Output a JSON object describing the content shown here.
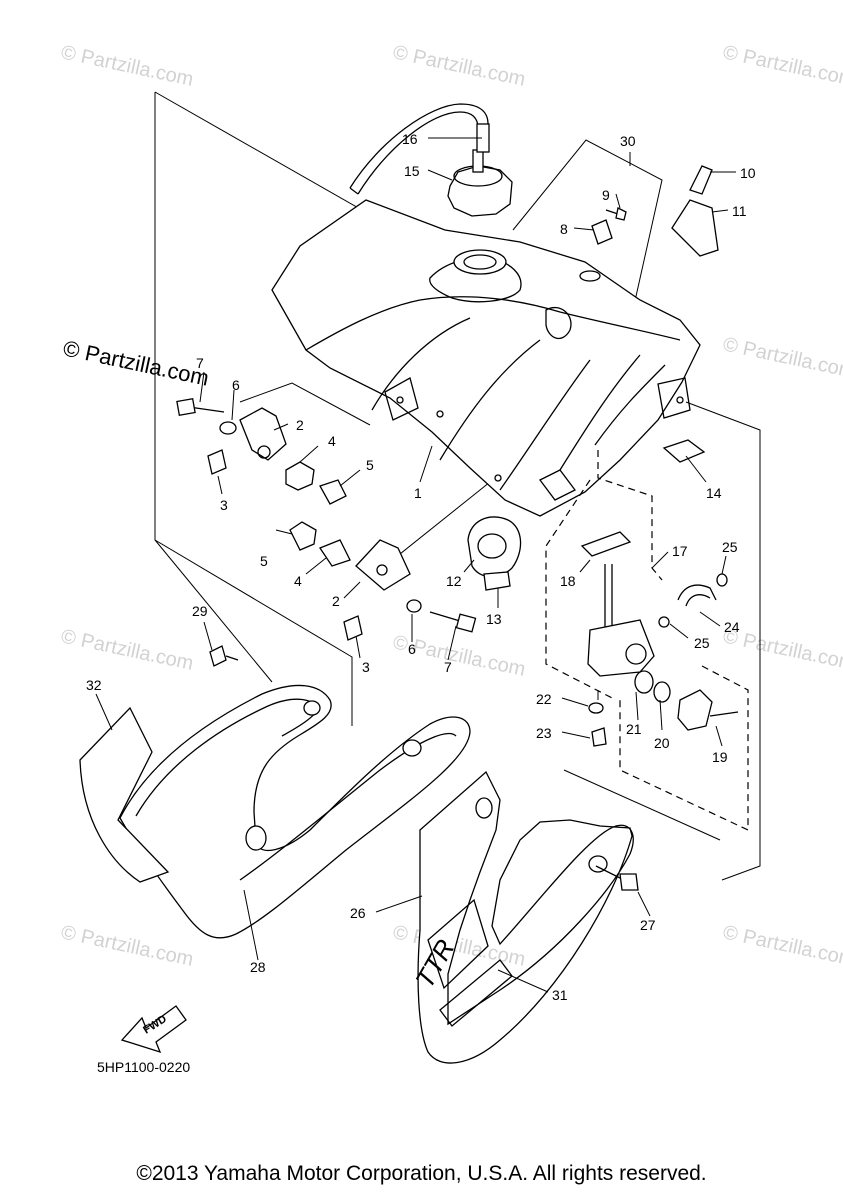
{
  "diagram": {
    "watermark": "© Partzilla.com",
    "diagram_code": "5HP1100-0220",
    "direction_label": "FWD",
    "callouts": [
      {
        "id": "c1",
        "label": "1"
      },
      {
        "id": "c2a",
        "label": "2"
      },
      {
        "id": "c2b",
        "label": "2"
      },
      {
        "id": "c3a",
        "label": "3"
      },
      {
        "id": "c3b",
        "label": "3"
      },
      {
        "id": "c4a",
        "label": "4"
      },
      {
        "id": "c4b",
        "label": "4"
      },
      {
        "id": "c5a",
        "label": "5"
      },
      {
        "id": "c5b",
        "label": "5"
      },
      {
        "id": "c6a",
        "label": "6"
      },
      {
        "id": "c6b",
        "label": "6"
      },
      {
        "id": "c7a",
        "label": "7"
      },
      {
        "id": "c7b",
        "label": "7"
      },
      {
        "id": "c8",
        "label": "8"
      },
      {
        "id": "c9",
        "label": "9"
      },
      {
        "id": "c10",
        "label": "10"
      },
      {
        "id": "c11",
        "label": "11"
      },
      {
        "id": "c12",
        "label": "12"
      },
      {
        "id": "c13",
        "label": "13"
      },
      {
        "id": "c14",
        "label": "14"
      },
      {
        "id": "c15",
        "label": "15"
      },
      {
        "id": "c16",
        "label": "16"
      },
      {
        "id": "c17",
        "label": "17"
      },
      {
        "id": "c18",
        "label": "18"
      },
      {
        "id": "c19",
        "label": "19"
      },
      {
        "id": "c20",
        "label": "20"
      },
      {
        "id": "c21",
        "label": "21"
      },
      {
        "id": "c22",
        "label": "22"
      },
      {
        "id": "c23",
        "label": "23"
      },
      {
        "id": "c24",
        "label": "24"
      },
      {
        "id": "c25a",
        "label": "25"
      },
      {
        "id": "c25b",
        "label": "25"
      },
      {
        "id": "c26",
        "label": "26"
      },
      {
        "id": "c27",
        "label": "27"
      },
      {
        "id": "c28",
        "label": "28"
      },
      {
        "id": "c29",
        "label": "29"
      },
      {
        "id": "c30",
        "label": "30"
      },
      {
        "id": "c31",
        "label": "31"
      },
      {
        "id": "c32",
        "label": "32"
      }
    ]
  },
  "footer": {
    "copyright": "©2013 Yamaha Motor Corporation, U.S.A. All rights reserved."
  }
}
